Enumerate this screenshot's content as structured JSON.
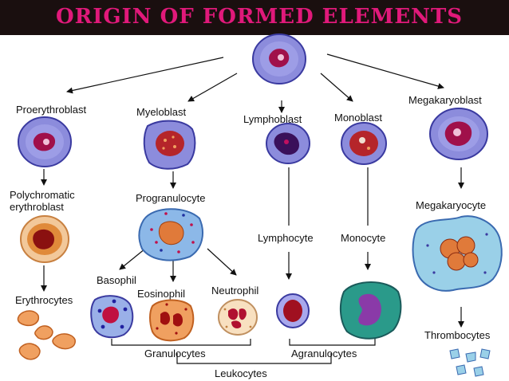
{
  "title": "ORIGIN OF FORMED ELEMENTS",
  "colors": {
    "banner_bg": "#1a0f0f",
    "title_text": "#e0197a",
    "cell_cytoplasm": "#8c8cdc",
    "nucleus": "#a0104a",
    "platelet": "#9ad0e8"
  },
  "labels": {
    "proerythroblast": "Proerythroblast",
    "myeloblast": "Myeloblast",
    "lymphoblast": "Lymphoblast",
    "monoblast": "Monoblast",
    "megakaryoblast": "Megakaryoblast",
    "polychromatic_line1": "Polychromatic",
    "polychromatic_line2": "erythroblast",
    "progranulocyte": "Progranulocyte",
    "megakaryocyte": "Megakaryocyte",
    "lymphocyte": "Lymphocyte",
    "monocyte": "Monocyte",
    "basophil": "Basophil",
    "eosinophil": "Eosinophil",
    "neutrophil": "Neutrophil",
    "erythrocytes": "Erythrocytes",
    "thrombocytes": "Thrombocytes",
    "granulocytes": "Granulocytes",
    "agranulocytes": "Agranulocytes",
    "leukocytes": "Leukocytes"
  }
}
